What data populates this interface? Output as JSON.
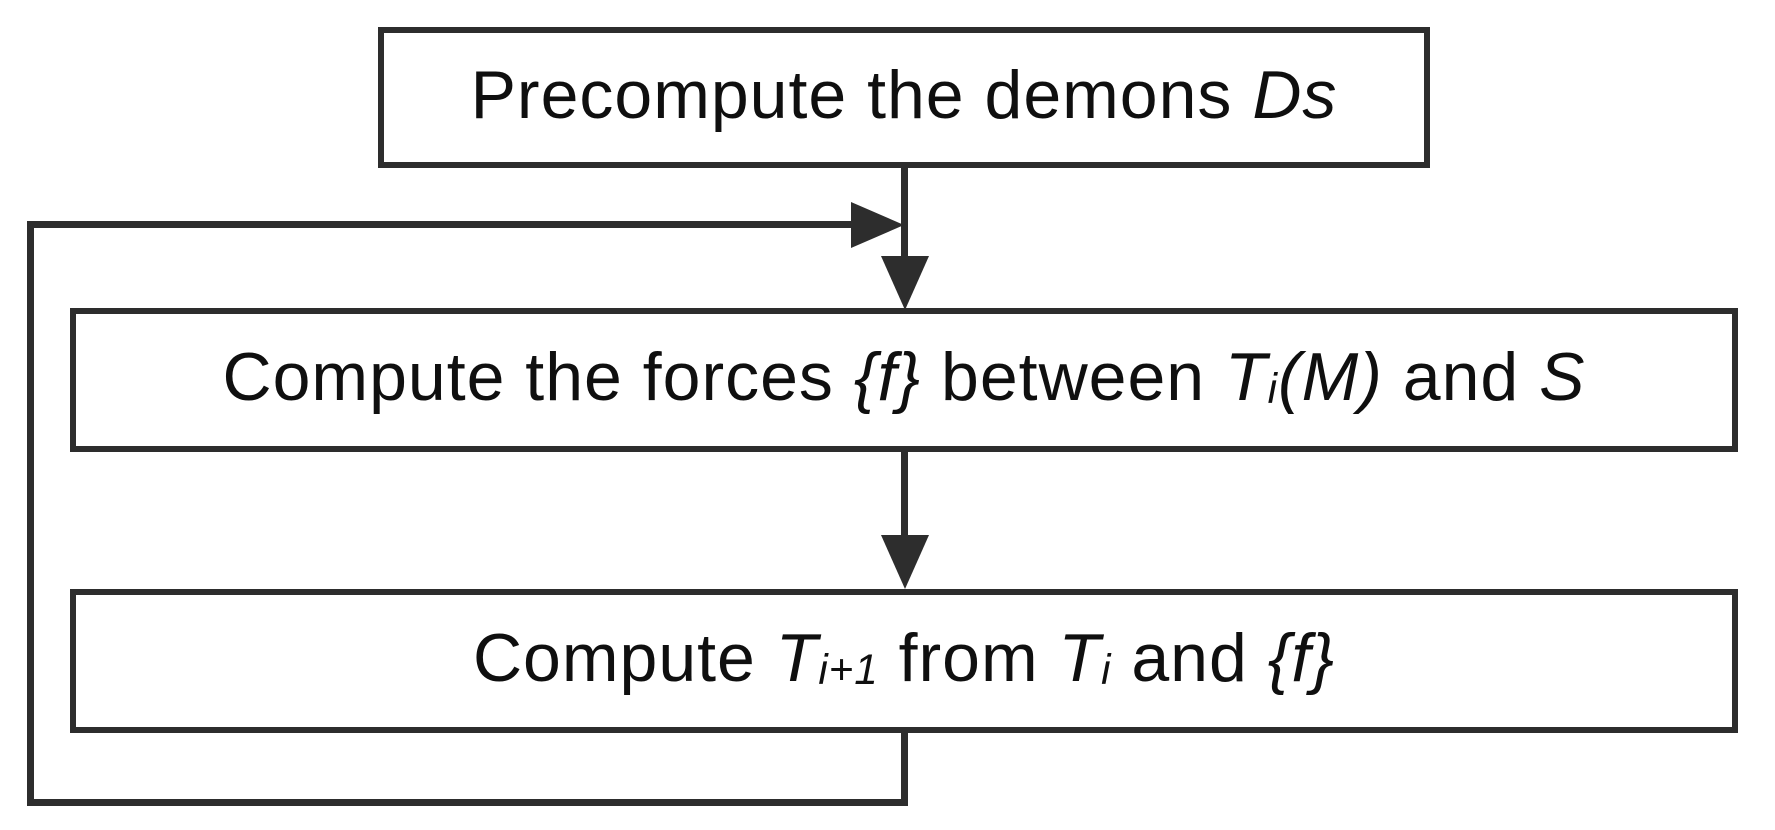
{
  "diagram": {
    "type": "flowchart",
    "description": "Demons registration algorithm iterative loop",
    "background_color": "#ffffff",
    "line_color": "#2d2d2d",
    "text_color": "#0f0f0f",
    "nodes": [
      {
        "id": "precompute-demons",
        "label_plain": "Precompute the demons Ds",
        "segments": [
          {
            "t": "Precompute the demons ",
            "i": false
          },
          {
            "t": "Ds",
            "i": true
          }
        ]
      },
      {
        "id": "compute-forces",
        "label_plain": "Compute the forces {f} between Ti(M) and S",
        "segments": [
          {
            "t": "Compute the forces ",
            "i": false
          },
          {
            "t": "{f}",
            "i": true
          },
          {
            "t": " between ",
            "i": false
          },
          {
            "t": "T",
            "i": true
          },
          {
            "t": "i",
            "i": true,
            "sub": true
          },
          {
            "t": "(M)",
            "i": true
          },
          {
            "t": " and ",
            "i": false
          },
          {
            "t": "S",
            "i": true
          }
        ]
      },
      {
        "id": "compute-transformation",
        "label_plain": "Compute Ti+1 from Ti and {f}",
        "segments": [
          {
            "t": "Compute ",
            "i": false
          },
          {
            "t": "T",
            "i": true
          },
          {
            "t": "i+1",
            "i": true,
            "sub": true
          },
          {
            "t": " from ",
            "i": false
          },
          {
            "t": "T",
            "i": true
          },
          {
            "t": "i",
            "i": true,
            "sub": true
          },
          {
            "t": " and ",
            "i": false
          },
          {
            "t": "{f}",
            "i": true
          }
        ]
      }
    ],
    "edges": [
      {
        "from": "precompute-demons",
        "to": "compute-forces",
        "style": "straight-arrow-down"
      },
      {
        "from": "compute-forces",
        "to": "compute-transformation",
        "style": "straight-arrow-down"
      },
      {
        "from": "compute-transformation",
        "to": "compute-forces",
        "style": "feedback-loop-counterclockwise-left"
      }
    ]
  }
}
